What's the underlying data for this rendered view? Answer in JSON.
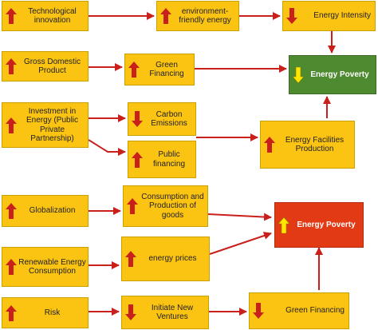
{
  "colors": {
    "box": "#fbc312",
    "up_arrow": "#c9201c",
    "down_arrow": "#c9201c",
    "connector": "#c9201c",
    "green_box": "#4e8a2f",
    "red_box": "#e23a14",
    "yellow_arrow": "#ffe600"
  },
  "nodes": {
    "technological_innovation": {
      "label": "Technological innovation",
      "arrow": "up"
    },
    "environment_friendly_energy": {
      "label": "environment-friendly energy",
      "arrow": "up"
    },
    "energy_intensity": {
      "label": "Energy Intensity",
      "arrow": "down"
    },
    "gdp": {
      "label": "Gross Domestic Product",
      "arrow": "up"
    },
    "green_financing_1": {
      "label": "Green Financing",
      "arrow": "up"
    },
    "energy_poverty_1": {
      "label": "Energy Poverty",
      "arrow": "down"
    },
    "investment_energy": {
      "label": "Investment in Energy (Public Private Partnership)",
      "arrow": "up"
    },
    "carbon_emissions": {
      "label": "Carbon Emissions",
      "arrow": "down"
    },
    "public_financing": {
      "label": "Public financing",
      "arrow": "up"
    },
    "energy_facilities_production": {
      "label": "Energy Facilities Production",
      "arrow": "up"
    },
    "globalization": {
      "label": "Globalization",
      "arrow": "up"
    },
    "consumption_production_goods": {
      "label": "Consumption and Production of goods",
      "arrow": "up"
    },
    "energy_poverty_2": {
      "label": "Energy Poverty",
      "arrow": "up"
    },
    "renewable_energy_consumption": {
      "label": "Renewable Energy Consumption",
      "arrow": "up"
    },
    "energy_prices": {
      "label": "energy prices",
      "arrow": "up"
    },
    "risk": {
      "label": "Risk",
      "arrow": "up"
    },
    "initiate_new_ventures": {
      "label": "Initiate New Ventures",
      "arrow": "down"
    },
    "green_financing_2": {
      "label": "Green Financing",
      "arrow": "down"
    }
  }
}
